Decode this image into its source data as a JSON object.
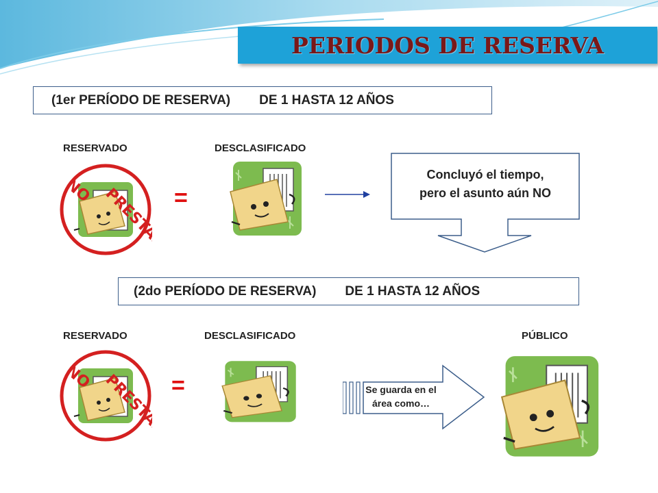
{
  "title": "PERIODOS DE RESERVA",
  "period1": {
    "label": "(1er PERÍODO DE RESERVA)",
    "range": "DE 1 HASTA 12 AÑOS"
  },
  "period2": {
    "label": "(2do PERÍODO DE RESERVA)",
    "range": "DE 1 HASTA 12 AÑOS"
  },
  "labels": {
    "reservado": "RESERVADO",
    "desclasificado": "DESCLASIFICADO",
    "publico": "PÚBLICO"
  },
  "equals_sign": "=",
  "callout": {
    "line1": "Concluyó el tiempo,",
    "line2": "pero el asunto aún NO"
  },
  "arrow_text": {
    "line1": "Se guarda en el",
    "line2": "área como…"
  },
  "stamp_text": "NO PRESTAR",
  "colors": {
    "title_bg": "#1ea2d8",
    "title_text": "#7a1818",
    "stamp": "#d42020",
    "folder_bg": "#7dbb4f",
    "folder": "#f1d58a"
  }
}
